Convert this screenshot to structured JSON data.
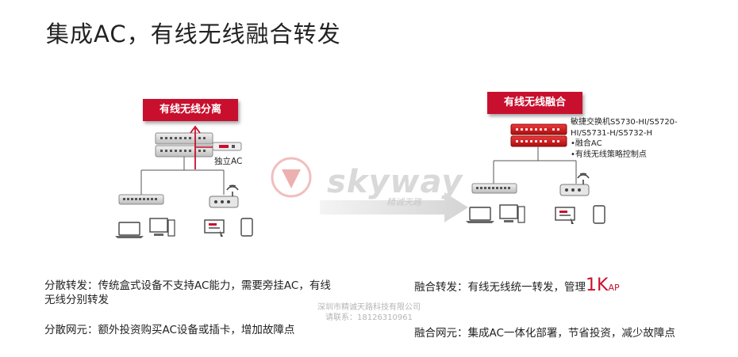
{
  "title": "集成AC，有线无线融合转发",
  "left": {
    "tag": "有线无线分离",
    "ac_label": "独立AC"
  },
  "right": {
    "tag": "有线无线融合",
    "switch_note": [
      "敏捷交换机S5730-HI/S5720-",
      "HI/S5731-H/S5732-H",
      "•融合AC",
      "•有线无线策略控制点"
    ]
  },
  "watermark": {
    "brand": "skyway",
    "brand_cn": "精诚天路",
    "line1": "深圳市精诚天路科技有限公司",
    "line2": "请联系：18126310961"
  },
  "bottom": {
    "left1": "分散转发：传统盒式设备不支持AC能力，需要旁挂AC，有线无线分别转发",
    "left1_a": "分散转发：传统盒式设备不支持AC能力，需要旁挂AC，有线",
    "left1_b": "无线分别转发",
    "left2": "分散网元：额外投资购买AC设备或插卡，增加故障点",
    "right1_prefix": "融合转发：有线无线统一转发，管理",
    "right1_big": "1K",
    "right1_sub": "AP",
    "right2": "融合网元：集成AC一体化部署，节省投资，减少故障点"
  }
}
